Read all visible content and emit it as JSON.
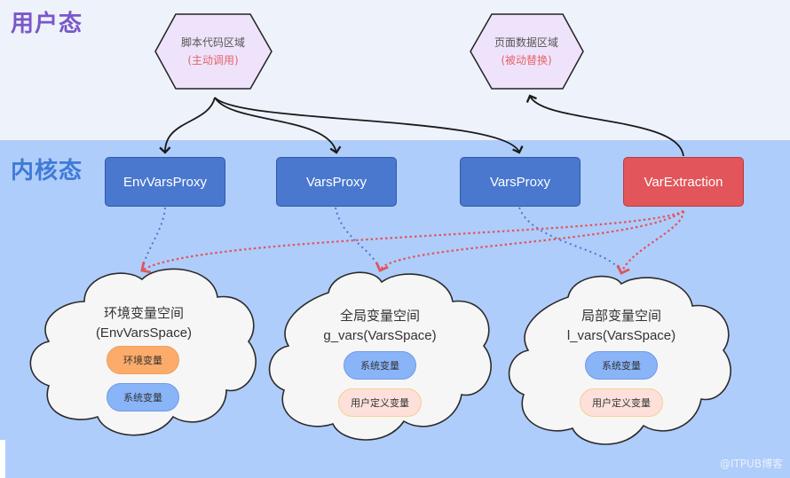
{
  "zones": {
    "user_space": "用户态",
    "kernel_space": "内核态"
  },
  "hexagons": [
    {
      "title": "脚本代码区域",
      "subtitle": "(主动调用)"
    },
    {
      "title": "页面数据区域",
      "subtitle": "(被动替换)"
    }
  ],
  "proxies": [
    {
      "label": "EnvVarsProxy",
      "variant": "blue"
    },
    {
      "label": "VarsProxy",
      "variant": "blue"
    },
    {
      "label": "VarsProxy",
      "variant": "blue"
    },
    {
      "label": "VarExtraction",
      "variant": "red"
    }
  ],
  "clouds": [
    {
      "title": "环境变量空间",
      "subtitle": "(EnvVarsSpace)",
      "pills": [
        {
          "label": "环境变量",
          "variant": "orange"
        },
        {
          "label": "系统变量",
          "variant": "blue"
        }
      ]
    },
    {
      "title": "全局变量空间",
      "subtitle": "g_vars(VarsSpace)",
      "pills": [
        {
          "label": "系统变量",
          "variant": "blue"
        },
        {
          "label": "用户定义变量",
          "variant": "pink"
        }
      ]
    },
    {
      "title": "局部变量空间",
      "subtitle": "l_vars(VarsSpace)",
      "pills": [
        {
          "label": "系统变量",
          "variant": "blue"
        },
        {
          "label": "用户定义变量",
          "variant": "pink"
        }
      ]
    }
  ],
  "colors": {
    "user_bg": "#eef2fb",
    "kernel_bg": "#afcdfb",
    "proxy_blue": "#4a78cf",
    "proxy_red": "#e2555a",
    "hex_fill": "#efe3fb",
    "red_dotted": "#e2555a",
    "blue_dotted": "#4a78cf"
  },
  "watermark": "@ITPUB博客"
}
